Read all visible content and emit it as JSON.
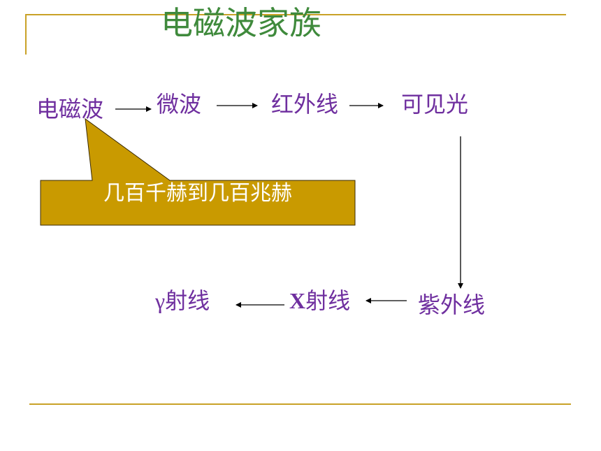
{
  "slide": {
    "title": "电磁波家族"
  },
  "nodes": {
    "electromagnetic_wave": "电磁波",
    "microwave": "微波",
    "infrared": "红外线",
    "visible_light": "可见光",
    "ultraviolet": "紫外线",
    "xray_symbol": "X",
    "xray_suffix": "射线",
    "gamma_symbol": "γ",
    "gamma_suffix": "射线"
  },
  "callout": {
    "text": "几百千赫到几百兆赫"
  },
  "colors": {
    "title": "#3f8a3c",
    "node_text": "#6f2f9f",
    "callout_fill": "#c99a00",
    "rule": "#c9a227",
    "arrow": "#000000"
  }
}
